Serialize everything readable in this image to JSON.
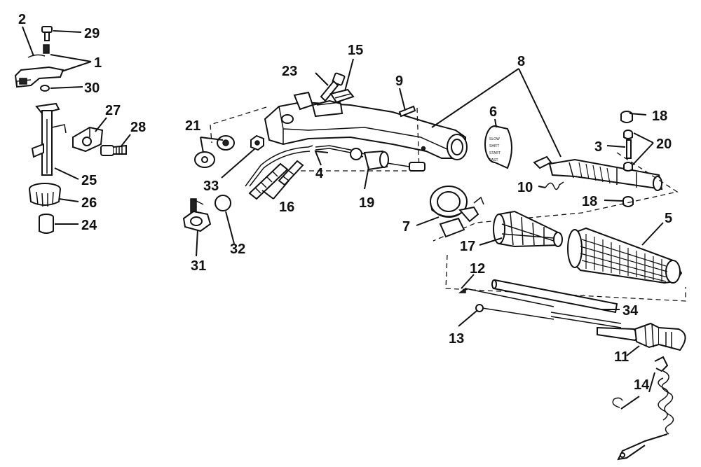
{
  "callouts": {
    "c1": "1",
    "c2": "2",
    "c3": "3",
    "c4": "4",
    "c5": "5",
    "c6": "6",
    "c7": "7",
    "c8": "8",
    "c9": "9",
    "c10": "10",
    "c11": "11",
    "c12": "12",
    "c13": "13",
    "c14": "14",
    "c15": "15",
    "c16": "16",
    "c17": "17",
    "c18a": "18",
    "c18b": "18",
    "c19": "19",
    "c20": "20",
    "c21": "21",
    "c23": "23",
    "c24": "24",
    "c25": "25",
    "c26": "26",
    "c27": "27",
    "c28": "28",
    "c29": "29",
    "c30": "30",
    "c31": "31",
    "c32": "32",
    "c33": "33",
    "c34": "34"
  },
  "throttle_dial_text": [
    "SLOW",
    "SHIFT",
    "START",
    "FAST"
  ]
}
